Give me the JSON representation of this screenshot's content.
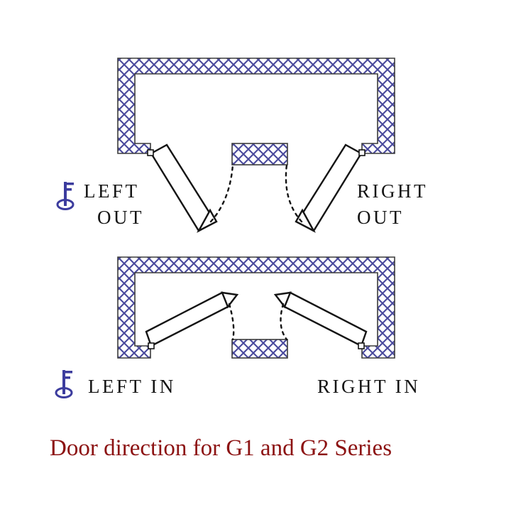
{
  "figure": {
    "title": "Door direction for G1 and G2 Series",
    "background_color": "#ffffff",
    "wall_hatch_color": "#4a4a9c",
    "wall_outline_color": "#3b3b3b",
    "door_leaf_color": "#111111",
    "key_icon_color": "#3c3c9e",
    "caption_color": "#8c1212",
    "label_color": "#141414"
  },
  "diagrams": [
    {
      "id": "out-swing",
      "name": "outward-swing-plan",
      "labels": [
        {
          "name": "left-out-label",
          "line1": "LEFT",
          "line2": "OUT"
        },
        {
          "name": "right-out-label",
          "line1": "RIGHT",
          "line2": "OUT"
        }
      ],
      "key_icon": "key-icon",
      "swing": "out"
    },
    {
      "id": "in-swing",
      "name": "inward-swing-plan",
      "labels": [
        {
          "name": "left-in-label",
          "line1": "LEFT IN",
          "line2": ""
        },
        {
          "name": "right-in-label",
          "line1": "RIGHT IN",
          "line2": ""
        }
      ],
      "key_icon": "key-icon",
      "swing": "in"
    }
  ],
  "caption": {
    "text": "Door direction for G1 and G2 Series"
  }
}
